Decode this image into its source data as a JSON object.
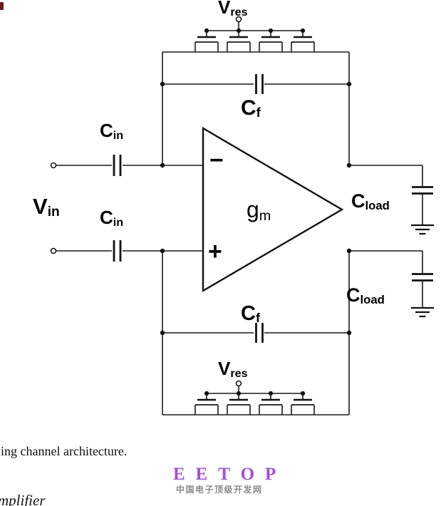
{
  "figure_labels": {
    "vres_top": {
      "main": "V",
      "sub": "res"
    },
    "cin_top": {
      "main": "C",
      "sub": "in"
    },
    "cin_bottom": {
      "main": "C",
      "sub": "in"
    },
    "vin": {
      "main": "V",
      "sub": "in"
    },
    "cf_top": {
      "main": "C",
      "sub": "f"
    },
    "cf_bottom": {
      "main": "C",
      "sub": "f"
    },
    "gm": {
      "main": "g",
      "sub": "m"
    },
    "opamp_minus": "−",
    "opamp_plus": "+",
    "cload_top": {
      "main": "C",
      "sub": "load"
    },
    "cload_bottom": {
      "main": "C",
      "sub": "load"
    },
    "vres_bottom": {
      "main": "V",
      "sub": "res"
    }
  },
  "caption": "ing channel architecture.",
  "partial_heading": "mplifier",
  "watermark": {
    "title": "EETOP",
    "subtitle": "中国电子顶级开发网",
    "title_color": "#A34CE0",
    "subtitle_color": "#8A8A8A"
  }
}
